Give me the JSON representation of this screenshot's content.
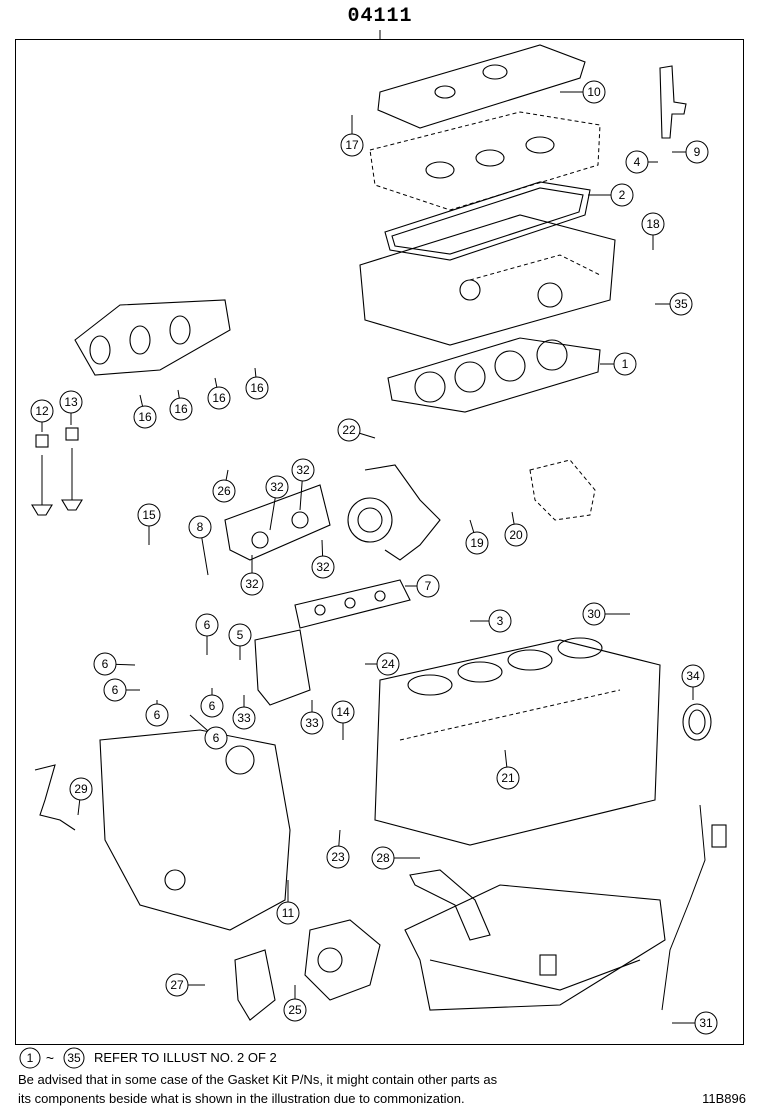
{
  "header": {
    "title": "04111"
  },
  "callouts": [
    "1",
    "2",
    "3",
    "4",
    "5",
    "6",
    "7",
    "8",
    "9",
    "10",
    "11",
    "12",
    "13",
    "14",
    "15",
    "16",
    "17",
    "18",
    "19",
    "20",
    "21",
    "22",
    "23",
    "24",
    "25",
    "26",
    "27",
    "28",
    "29",
    "30",
    "31",
    "32",
    "33",
    "34",
    "35"
  ],
  "labels": {
    "c1": "1",
    "c2": "2",
    "c3": "3",
    "c4": "4",
    "c5": "5",
    "c6": "6",
    "c7": "7",
    "c8": "8",
    "c9": "9",
    "c10": "10",
    "c11": "11",
    "c12": "12",
    "c13": "13",
    "c14": "14",
    "c15": "15",
    "c16": "16",
    "c17": "17",
    "c18": "18",
    "c19": "19",
    "c20": "20",
    "c21": "21",
    "c22": "22",
    "c23": "23",
    "c24": "24",
    "c25": "25",
    "c26": "26",
    "c27": "27",
    "c28": "28",
    "c29": "29",
    "c30": "30",
    "c31": "31",
    "c32": "32",
    "c33": "33",
    "c34": "34",
    "c35": "35"
  },
  "footer": {
    "ref_start": "1",
    "ref_tilde": "~",
    "ref_end": "35",
    "ref_text": "REFER TO ILLUST NO. 2 OF 2",
    "note_line1": "Be advised that in some case of the Gasket Kit P/Ns,  it might contain other parts as",
    "note_line2": "its components beside what is shown in the illustration due to commonization.",
    "code": "11B896"
  }
}
